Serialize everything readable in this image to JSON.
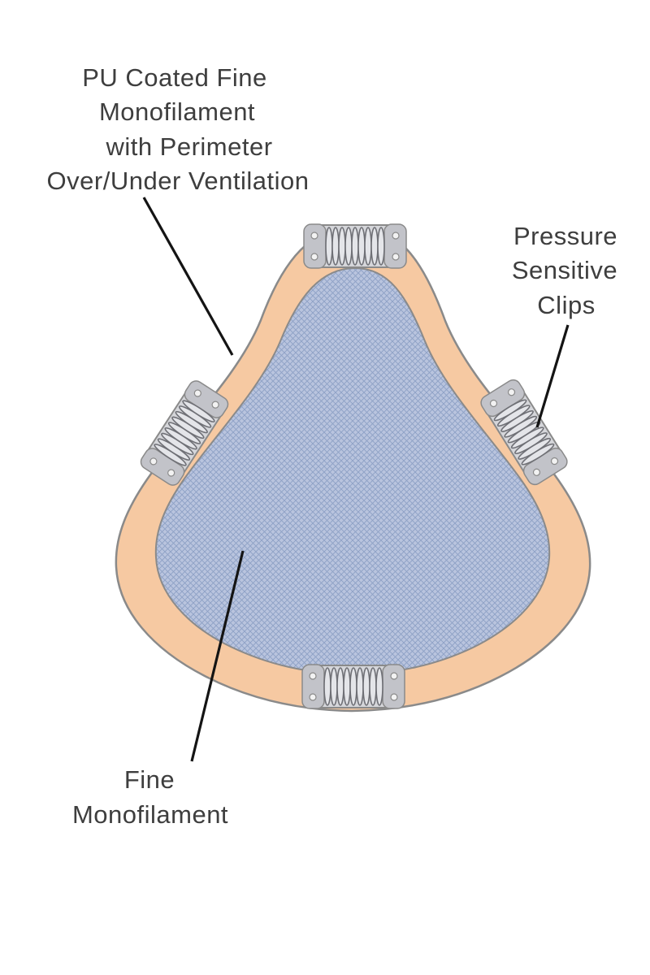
{
  "title": "Hairpiece cap construction diagram",
  "colors": {
    "background": "#ffffff",
    "band": "#f6c9a2",
    "mesh_bg": "#b9c4de",
    "mesh_line": "#8da0c5",
    "outline": "#8a8a8a",
    "clip_body": "#d5d6da",
    "clip_plate": "#c2c3c9",
    "clip_coil": "#6f7076",
    "clip_coil_fill": "#e4e5e9",
    "rivet": "#f2f2f2",
    "text": "#3e3e3e",
    "leader": "#141414"
  },
  "labels": {
    "pu_coated": {
      "lines": [
        "PU Coated Fine",
        "Monofilament",
        "with Perimeter",
        "Over/Under Ventilation"
      ]
    },
    "clips": {
      "lines": [
        "Pressure",
        "Sensitive",
        "Clips"
      ]
    },
    "fine_mono": {
      "lines": [
        "Fine",
        "Monofilament"
      ]
    }
  },
  "diagram": {
    "clip_count": 4,
    "parts": [
      "perimeter-band",
      "monofilament-mesh",
      "pressure-clips"
    ]
  }
}
